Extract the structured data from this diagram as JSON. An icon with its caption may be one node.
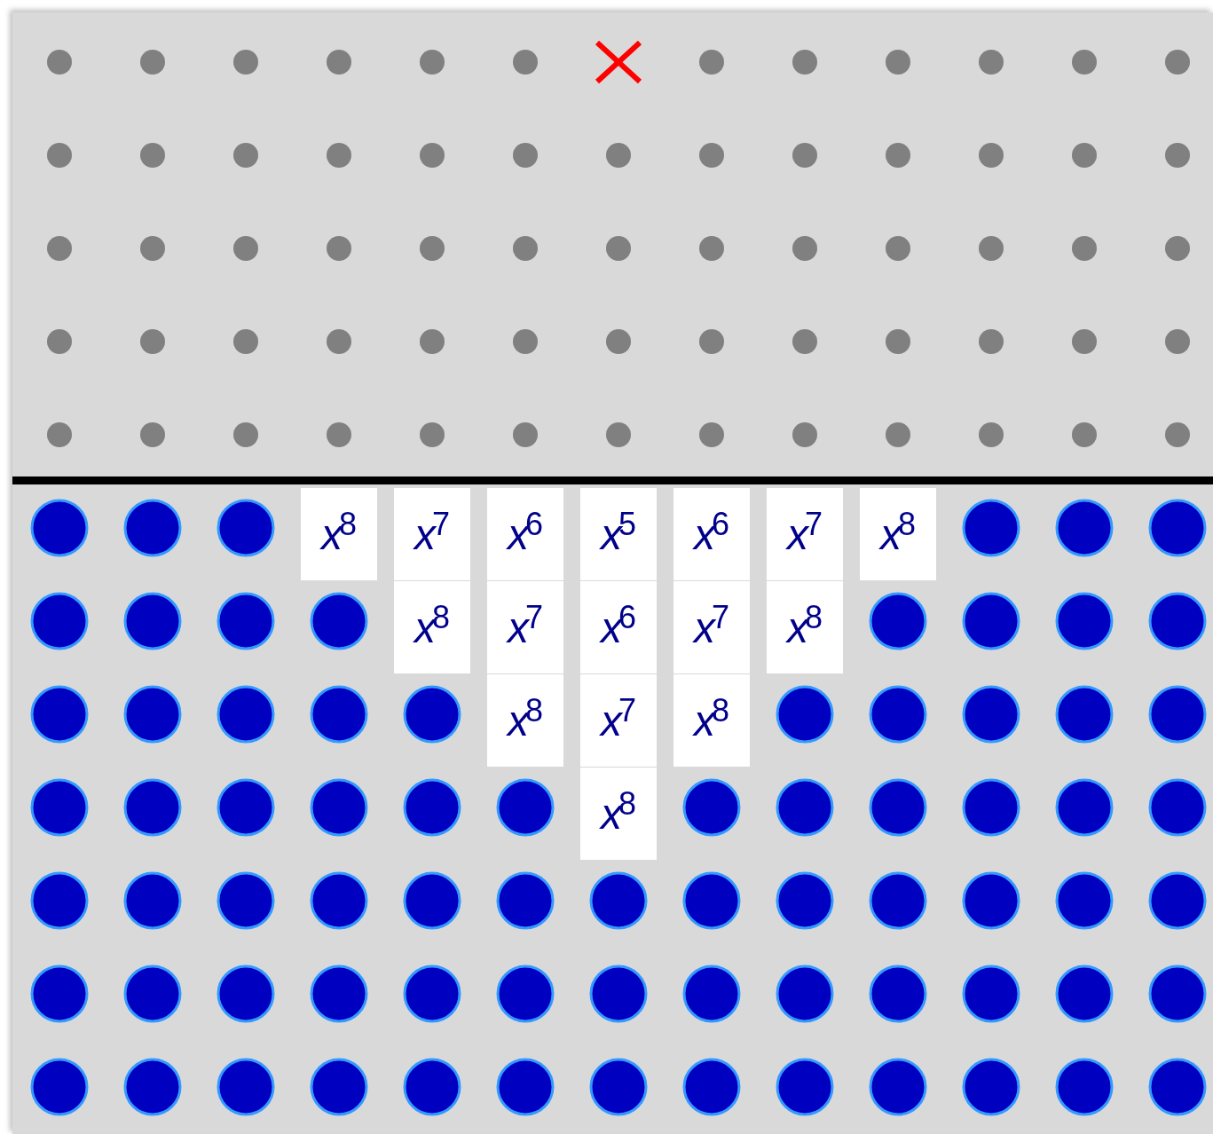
{
  "diagram": {
    "nodes": [
      {
        "text": [
          "*x*$^{8}$"
        ]
      },
      {
        "text": [
          "*x*$^{7}$"
        ]
      },
      {
        "text": [
          "*x*$^{6}$"
        ]
      },
      {
        "text": [
          "*x*$^{5}$"
        ]
      },
      {
        "text": [
          "*x*$^{6}$"
        ]
      },
      {
        "text": [
          "*x*$^{7}$"
        ]
      },
      {
        "text": [
          "*x*$^{8}$"
        ]
      },
      {
        "text": [
          "*x*$^{8}$"
        ]
      },
      {
        "text": [
          "*x*$^{7}$"
        ]
      },
      {
        "text": [
          "*x*$^{6}$"
        ]
      },
      {
        "text": [
          "*x*$^{7}$"
        ]
      },
      {
        "text": [
          "*x*$^{8}$"
        ]
      },
      {
        "text": [
          "*x*$^{8}$"
        ]
      },
      {
        "text": [
          "*x*$^{7}$"
        ]
      },
      {
        "text": [
          "*x*$^{8}$"
        ]
      },
      {
        "text": [
          "*x*$^{8}$"
        ]
      }
    ]
  }
}
